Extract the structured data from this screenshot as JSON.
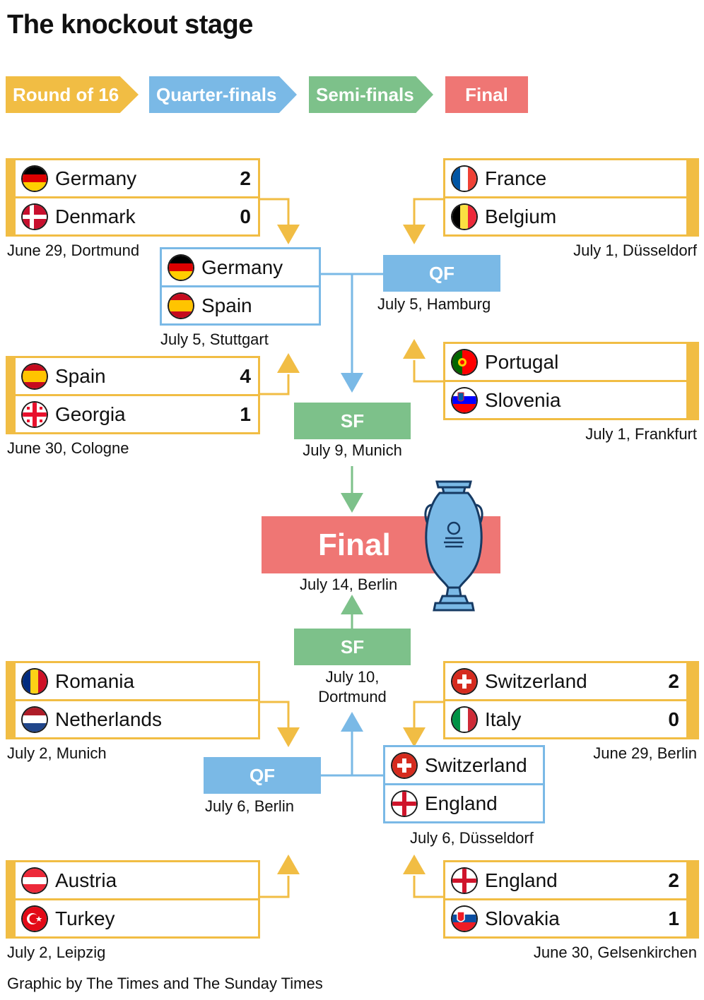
{
  "title": "The knockout stage",
  "legend": {
    "r16": "Round of 16",
    "qf": "Quarter-finals",
    "sf": "Semi-finals",
    "final": "Final"
  },
  "colors": {
    "r16": "#f1bd44",
    "qf": "#7ab9e6",
    "sf": "#7dc18a",
    "final": "#ef7674"
  },
  "matches": {
    "r16_ger_den": {
      "team1": {
        "name": "Germany",
        "score": "2",
        "flag": "germany-flag-icon"
      },
      "team2": {
        "name": "Denmark",
        "score": "0",
        "flag": "denmark-flag-icon"
      },
      "date": "June 29, Dortmund"
    },
    "r16_esp_geo": {
      "team1": {
        "name": "Spain",
        "score": "4",
        "flag": "spain-flag-icon"
      },
      "team2": {
        "name": "Georgia",
        "score": "1",
        "flag": "georgia-flag-icon"
      },
      "date": "June 30, Cologne"
    },
    "r16_fra_bel": {
      "team1": {
        "name": "France",
        "score": "",
        "flag": "france-flag-icon"
      },
      "team2": {
        "name": "Belgium",
        "score": "",
        "flag": "belgium-flag-icon"
      },
      "date": "July 1, Düsseldorf"
    },
    "r16_por_slo": {
      "team1": {
        "name": "Portugal",
        "score": "",
        "flag": "portugal-flag-icon"
      },
      "team2": {
        "name": "Slovenia",
        "score": "",
        "flag": "slovenia-flag-icon"
      },
      "date": "July 1, Frankfurt"
    },
    "r16_rom_ned": {
      "team1": {
        "name": "Romania",
        "score": "",
        "flag": "romania-flag-icon"
      },
      "team2": {
        "name": "Netherlands",
        "score": "",
        "flag": "netherlands-flag-icon"
      },
      "date": "July 2, Munich"
    },
    "r16_aut_tur": {
      "team1": {
        "name": "Austria",
        "score": "",
        "flag": "austria-flag-icon"
      },
      "team2": {
        "name": "Turkey",
        "score": "",
        "flag": "turkey-flag-icon"
      },
      "date": "July 2, Leipzig"
    },
    "r16_sui_ita": {
      "team1": {
        "name": "Switzerland",
        "score": "2",
        "flag": "switzerland-flag-icon"
      },
      "team2": {
        "name": "Italy",
        "score": "0",
        "flag": "italy-flag-icon"
      },
      "date": "June 29, Berlin"
    },
    "r16_eng_svk": {
      "team1": {
        "name": "England",
        "score": "2",
        "flag": "england-flag-icon"
      },
      "team2": {
        "name": "Slovakia",
        "score": "1",
        "flag": "slovakia-flag-icon"
      },
      "date": "June 30, Gelsenkirchen"
    },
    "qf_ger_esp": {
      "team1": {
        "name": "Germany",
        "flag": "germany-flag-icon"
      },
      "team2": {
        "name": "Spain",
        "flag": "spain-flag-icon"
      },
      "date": "July 5, Stuttgart"
    },
    "qf_sui_eng": {
      "team1": {
        "name": "Switzerland",
        "flag": "switzerland-flag-icon"
      },
      "team2": {
        "name": "England",
        "flag": "england-flag-icon"
      },
      "date": "July 6, Düsseldorf"
    }
  },
  "stages": {
    "qf_top_right": {
      "label": "QF",
      "date": "July 5, Hamburg"
    },
    "qf_bottom_left": {
      "label": "QF",
      "date": "July 6, Berlin"
    },
    "sf_top": {
      "label": "SF",
      "date": "July 9, Munich"
    },
    "sf_bottom": {
      "label": "SF",
      "date_line1": "July 10,",
      "date_line2": "Dortmund"
    },
    "final": {
      "label": "Final",
      "date": "July 14, Berlin"
    }
  },
  "trophy": "trophy-icon",
  "credit": "Graphic by The Times and The Sunday Times"
}
